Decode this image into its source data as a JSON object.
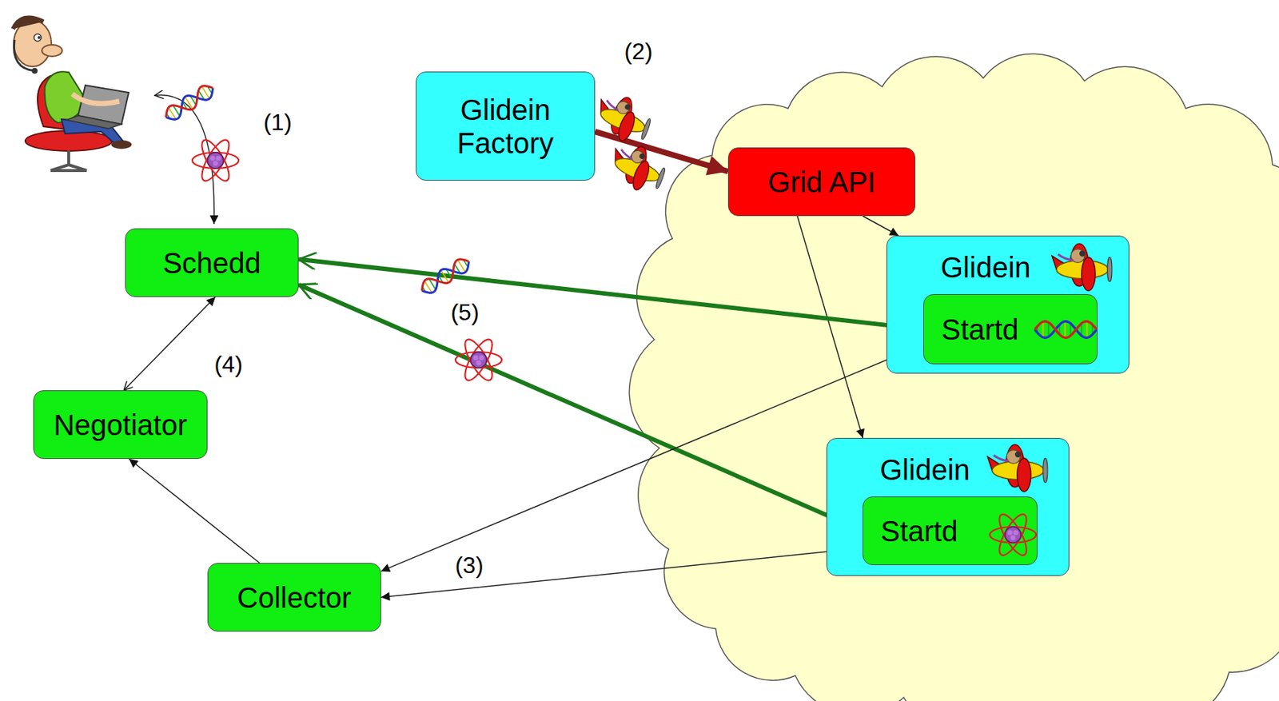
{
  "diagram": {
    "nodes": [
      {
        "text": [
          "Glidein Factory"
        ]
      },
      {
        "text": [
          "Grid API"
        ]
      },
      {
        "text": [
          "Schedd"
        ]
      },
      {
        "text": [
          "Glidein"
        ]
      },
      {
        "text": [
          "Startd"
        ],
        "in": 3
      },
      {
        "text": [
          "Negotiator"
        ]
      },
      {
        "text": [
          "Glidein"
        ]
      },
      {
        "text": [
          "Startd"
        ],
        "in": 6
      },
      {
        "text": [
          "Collector"
        ]
      }
    ],
    "edges": [
      {
        "from": 0,
        "to": 1,
        "arrow": "to"
      },
      {
        "from": 1,
        "to": 3,
        "arrow": "to"
      },
      {
        "from": 1,
        "to": 6,
        "arrow": "to"
      },
      {
        "from": 2,
        "to": 4,
        "arrow": "both"
      },
      {
        "from": 2,
        "to": 7,
        "arrow": "both"
      },
      {
        "from": 2,
        "to": 5,
        "arrow": "both"
      },
      {
        "from": 8,
        "to": 5,
        "arrow": "to"
      },
      {
        "from": 4,
        "to": 8,
        "arrow": "to"
      },
      {
        "from": 7,
        "to": 8,
        "arrow": "to"
      }
    ],
    "labels": [
      "(1)",
      "(2)",
      "(3)",
      "(4)",
      "(5)"
    ]
  }
}
